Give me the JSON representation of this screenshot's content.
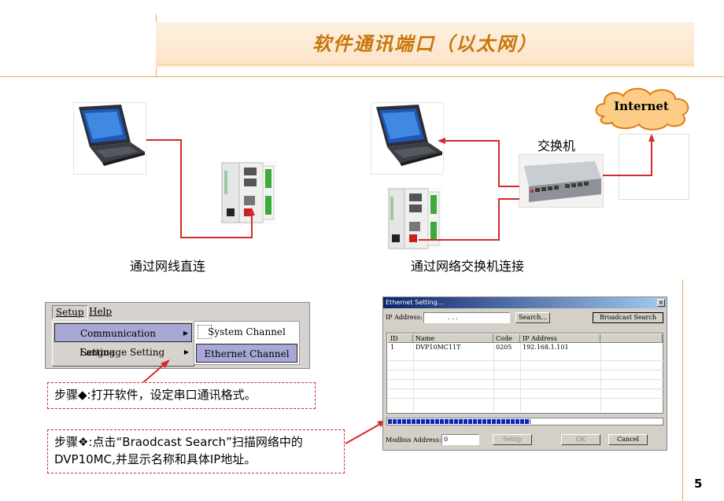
{
  "slide": {
    "title": "软件通讯端口（以太网）",
    "page_number": "5",
    "caption_direct": "通过网线直连",
    "caption_switch": "通过网络交换机连接",
    "switch_label": "交换机",
    "internet_label": "Internet"
  },
  "menu": {
    "setup_label": "Setup",
    "help_label": "Help",
    "items": [
      {
        "label": "Communication Setting"
      },
      {
        "label": "Language Setting"
      }
    ],
    "submenu": [
      {
        "label": "System Channel"
      },
      {
        "label": "Ethernet Channel"
      }
    ]
  },
  "notes": {
    "step1": "步骤◆:打开软件，设定串口通讯格式。",
    "step2_line1": "步骤❖:点击“Braodcast Search”扫描网络中的",
    "step2_line2": "DVP10MC,并显示名称和具体IP地址。"
  },
  "dialog": {
    "title": "Ethernet Setting...",
    "close_glyph": "×",
    "ip_label": "IP Address:",
    "ip_value": ".    .    .",
    "search_label": "Search...",
    "broadcast_label": "Broadcast Search",
    "columns": [
      "ID",
      "Name",
      "Code",
      "IP Address"
    ],
    "rows": [
      [
        "1",
        "DVP10MC11T",
        "0205",
        "192.168.1.101"
      ]
    ],
    "progress": 0.52,
    "modbus_label": "Modbus Address:",
    "modbus_value": "0",
    "setup_label": "Setup",
    "ok_label": "OK",
    "cancel_label": "Cancel"
  },
  "colors": {
    "title": "#c8770c",
    "accent_line": "#e8a860",
    "wire": "#d42a2a",
    "cloud": "#fbcd86",
    "cloud_border": "#e07b14"
  }
}
